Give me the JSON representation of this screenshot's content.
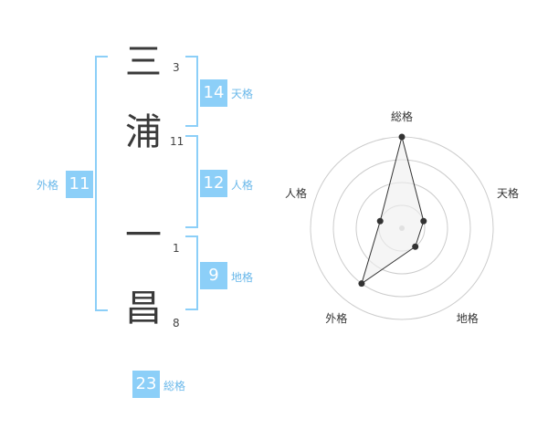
{
  "name_chars": [
    {
      "char": "三",
      "strokes": "3"
    },
    {
      "char": "浦",
      "strokes": "11"
    },
    {
      "char": "一",
      "strokes": "1"
    },
    {
      "char": "昌",
      "strokes": "8"
    }
  ],
  "fortunes": {
    "tenkaku": {
      "value": "14",
      "label": "天格"
    },
    "jinkaku": {
      "value": "12",
      "label": "人格"
    },
    "chikaku": {
      "value": "9",
      "label": "地格"
    },
    "gaikaku": {
      "value": "11",
      "label": "外格"
    },
    "soukaku": {
      "value": "23",
      "label": "総格"
    }
  },
  "chart_data": {
    "type": "radar",
    "axes": [
      "総格",
      "天格",
      "地格",
      "外格",
      "人格"
    ],
    "values": [
      4,
      1,
      1,
      3,
      1
    ],
    "max": 4,
    "rings": 4,
    "colors": {
      "fill": "#eeeeee",
      "stroke": "#333333",
      "ring": "#cccccc",
      "point": "#333333",
      "center": "#cccccc"
    }
  },
  "colors": {
    "accent": "#8ccff8",
    "accent_text": "#6ab8ea"
  }
}
